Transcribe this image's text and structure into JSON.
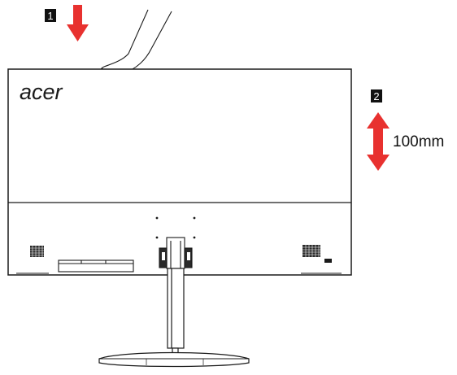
{
  "steps": [
    {
      "number": "1"
    },
    {
      "number": "2"
    }
  ],
  "brand": {
    "logo_text": "acer"
  },
  "annotations": {
    "height_adjustment": "100mm"
  },
  "colors": {
    "arrow": "#e8312f",
    "badge_bg": "#111111",
    "badge_text": "#ffffff",
    "outline": "#1a1a1a"
  },
  "icons": [
    "arrow-down-icon",
    "double-arrow-vertical-icon",
    "hand-icon",
    "speaker-grille-icon",
    "lock-slot-icon"
  ]
}
